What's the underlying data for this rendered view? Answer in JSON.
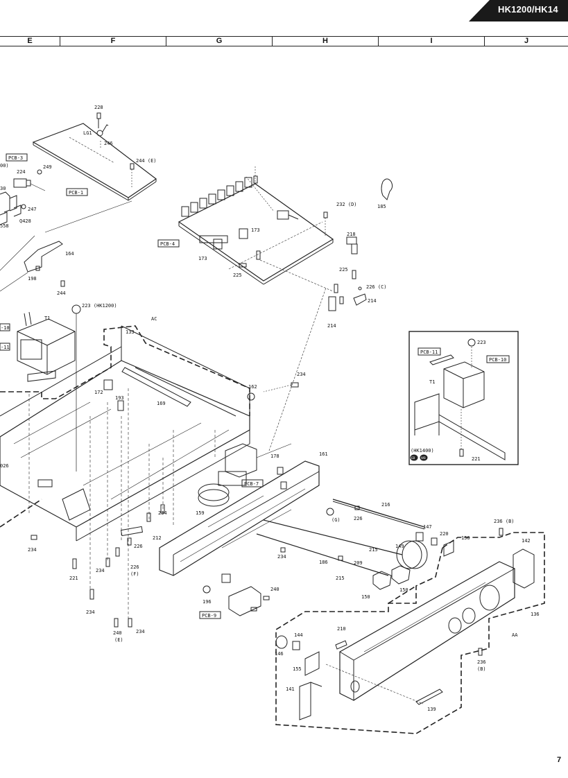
{
  "header": {
    "model": "HK1200/HK14",
    "tab_color": "#1a1a1a"
  },
  "grid": {
    "columns": [
      "E",
      "F",
      "G",
      "H",
      "I",
      "J"
    ]
  },
  "page_number": "7",
  "boxed_labels": {
    "pcb3": "PCB-3",
    "pcb1": "PCB-1",
    "pcb4": "PCB-4",
    "pcb7": "PCB-7",
    "pcb9": "PCB-9",
    "pcb10_left": "-10",
    "pcb11_left": "-11",
    "inset_pcb11": "PCB-11",
    "inset_pcb10": "PCB-10"
  },
  "labels": {
    "l228": "228",
    "lg1": "LG1",
    "l246": "246",
    "l244e": "244 (E)",
    "l00": "00)",
    "l224": "224",
    "l249": "249",
    "l30": "30",
    "l247": "247",
    "q428": "Q428",
    "l558": "558",
    "l164": "164",
    "l198": "198",
    "l244": "244",
    "l232d": "232 (D)",
    "l185": "185",
    "l173a": "173",
    "l173b": "173",
    "l225a": "225",
    "l218": "218",
    "l225b": "225",
    "l226c": "226 (C)",
    "l214a": "214",
    "l214b": "214",
    "l223": "223 (HK1200)",
    "ac": "AC",
    "t1": "T1",
    "l133": "133",
    "l234a": "234",
    "l162": "162",
    "l172": "172",
    "l193": "193",
    "l169": "169",
    "l026": "026",
    "l178": "178",
    "l161": "161",
    "l159": "159",
    "l212": "212",
    "l226": "226",
    "l226f": "226",
    "l226f2": "(F)",
    "l234b": "234",
    "l234c": "234",
    "l234d": "234",
    "l221": "221",
    "l234e": "234",
    "l234f": "234",
    "l240e": "240",
    "l240e2": "(E)",
    "l234g": "234",
    "l216": "216",
    "lg": "(G)",
    "l226g": "226",
    "l147": "147",
    "l220": "220",
    "l156": "156",
    "l236b": "236 (B)",
    "l142": "142",
    "l149": "149",
    "l215a": "215",
    "l209": "209",
    "l186": "186",
    "l234h": "234",
    "l215b": "215",
    "l150a": "150",
    "l150b": "150",
    "l196": "196",
    "l240": "240",
    "l136": "136",
    "aa": "AA",
    "l210": "210",
    "l144": "144",
    "l146": "146",
    "l155": "155",
    "l236b2": "236",
    "l236b3": "(B)",
    "l141": "141",
    "l139": "139",
    "inset_223": "223",
    "inset_t1": "T1",
    "inset_hk1400": "(HK1400)",
    "inset_221": "221",
    "inset_badge1": "EB",
    "inset_badge2": "WB"
  }
}
